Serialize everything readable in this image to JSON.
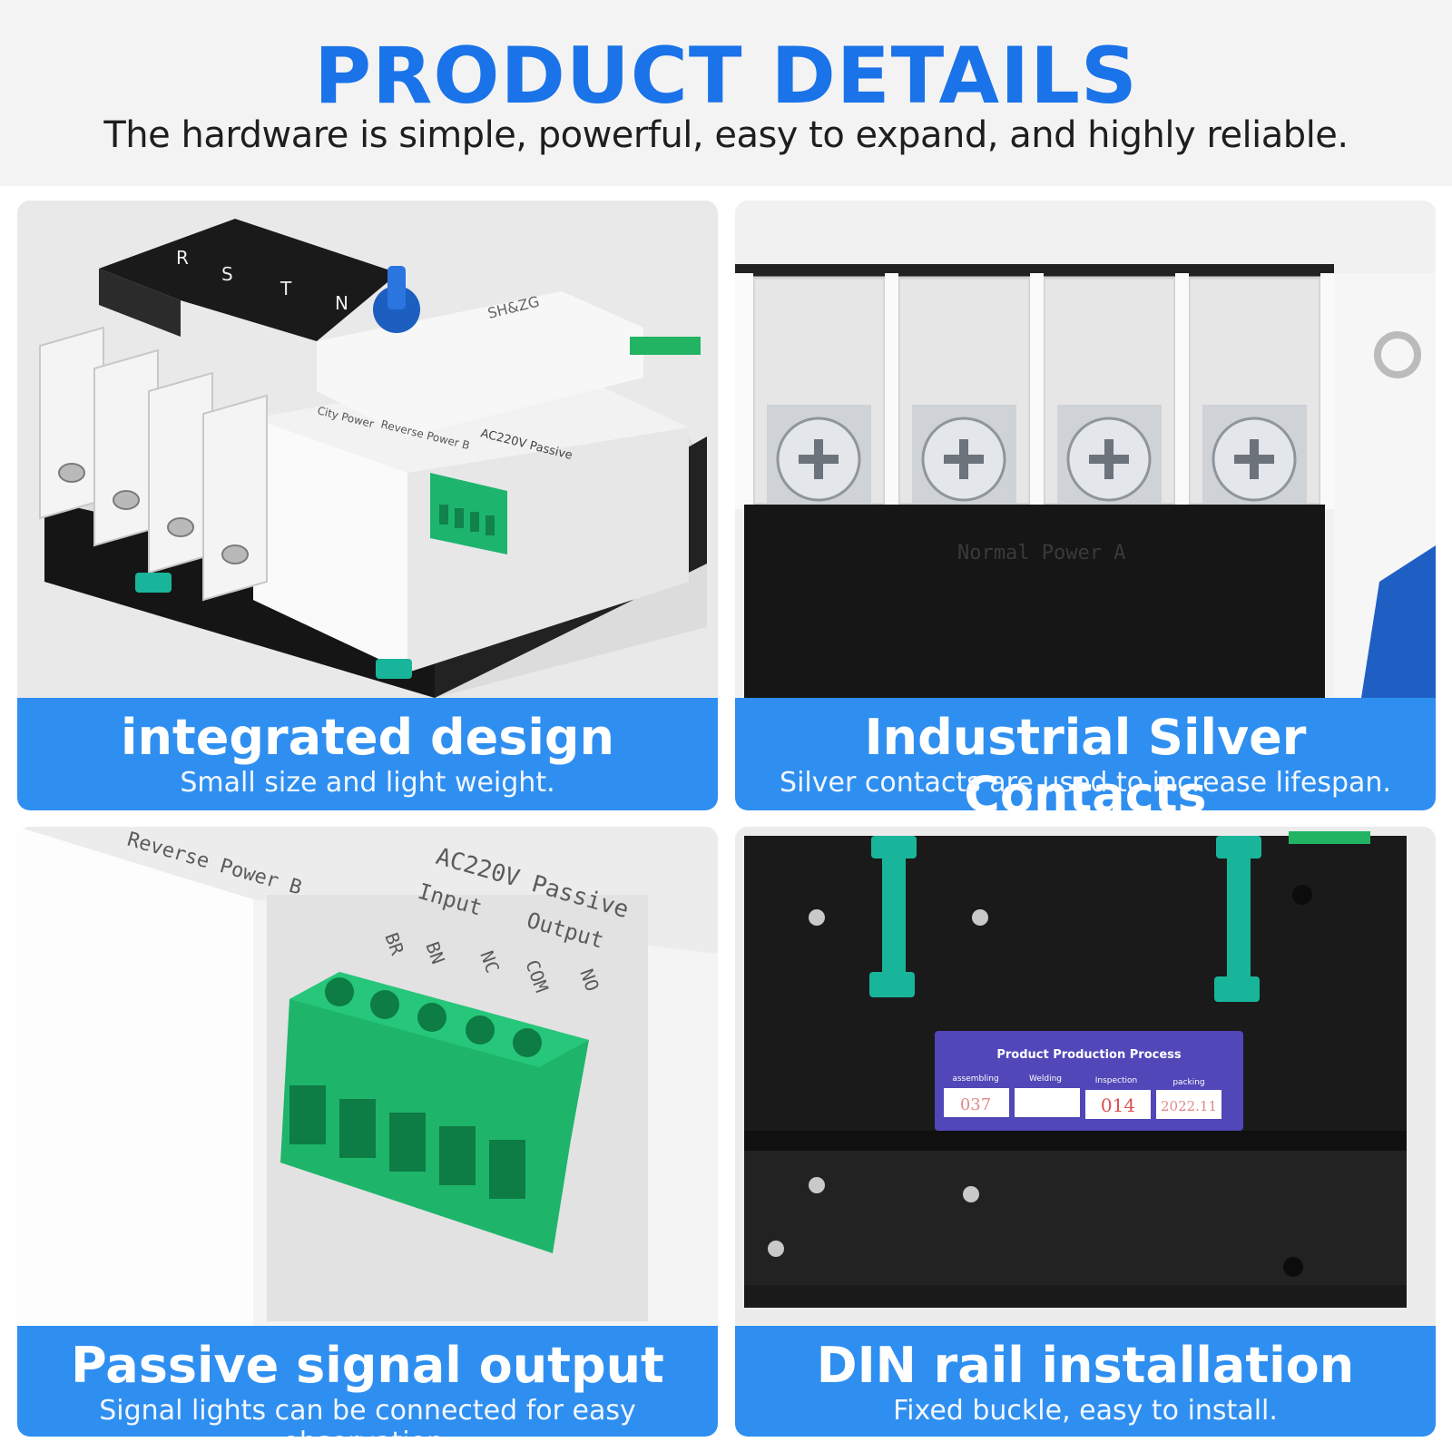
{
  "header": {
    "title": "PRODUCT DETAILS",
    "subtitle": "The hardware is simple, powerful, easy to expand, and highly reliable."
  },
  "panels": [
    {
      "title": "integrated design",
      "subtitle": "Small size and light weight."
    },
    {
      "title": "Industrial Silver Contacts",
      "subtitle": "Silver contacts are used to increase lifespan."
    },
    {
      "title": "Passive signal output",
      "subtitle": "Signal lights can be connected for easy observation."
    },
    {
      "title": "DIN rail installation",
      "subtitle": "Fixed buckle, easy to install."
    }
  ],
  "photo_text": {
    "phase_labels": [
      "R",
      "S",
      "T",
      "N"
    ],
    "brand": "SH&ZG",
    "city_power": "City Power",
    "reverse_power_b": "Reverse Power B",
    "normal_power_a": "Normal Power A",
    "ac_passive": "AC220V Passive",
    "input_label": "Input",
    "output_label": "Output",
    "pins": [
      "BR",
      "BN",
      "NC",
      "COM",
      "NO"
    ],
    "label_title": "Product Production Process",
    "label_cols": [
      "assembling",
      "Welding",
      "Inspection",
      "packing"
    ],
    "label_vals": [
      "037",
      "",
      "014",
      "2022.11"
    ]
  },
  "colors": {
    "accent_blue": "#1a73e8",
    "band_blue": "#2f8ff0",
    "terminal_green": "#19b36b",
    "clip_teal": "#18b79b"
  }
}
